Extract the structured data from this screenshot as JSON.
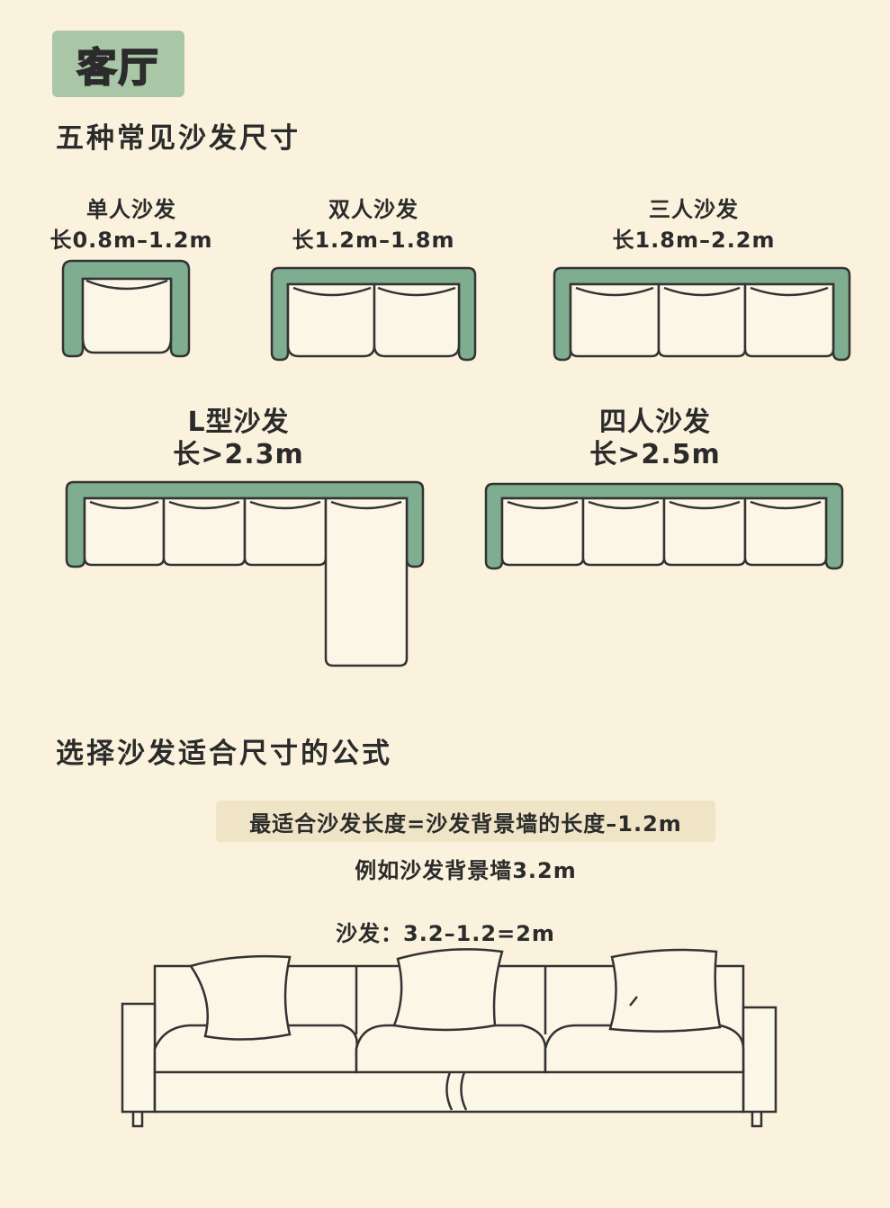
{
  "badge": "客厅",
  "heading1": "五种常见沙发尺寸",
  "sofas": {
    "single": {
      "name": "单人沙发",
      "size": "长0.8m–1.2m"
    },
    "double": {
      "name": "双人沙发",
      "size": "长1.2m–1.8m"
    },
    "triple": {
      "name": "三人沙发",
      "size": "长1.8m–2.2m"
    },
    "l_shape": {
      "name": "L型沙发",
      "size": "长>2.3m"
    },
    "quad": {
      "name": "四人沙发",
      "size": "长>2.5m"
    }
  },
  "heading2": "选择沙发适合尺寸的公式",
  "formula": {
    "rule": "最适合沙发长度=沙发背景墙的长度–1.2m",
    "example": "例如沙发背景墙3.2m",
    "calc": "沙发：3.2–1.2=2m"
  },
  "colors": {
    "background": "#faf2dc",
    "sofa_frame": "#7fad90",
    "badge": "#a9c6a6"
  }
}
